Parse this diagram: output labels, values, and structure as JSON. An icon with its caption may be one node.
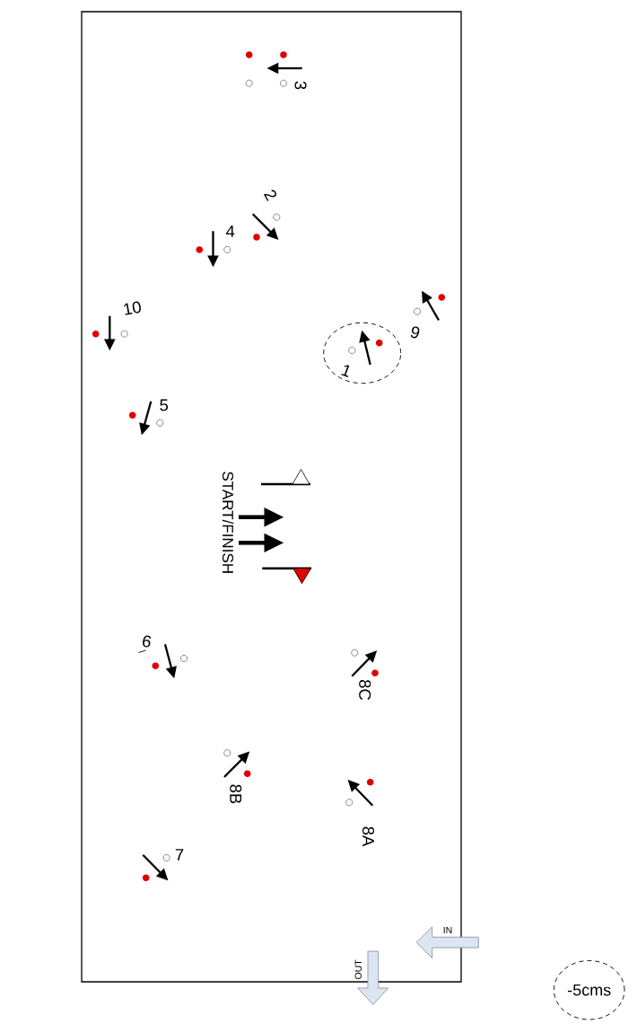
{
  "diagram": {
    "nodes": [
      {
        "text": [
          "1"
        ]
      },
      {
        "text": [
          "-5cms"
        ]
      }
    ],
    "labels": [
      "3",
      "2",
      "4",
      "10",
      "9",
      "5",
      "START/FINISH",
      "6",
      "8C",
      "8B",
      "8A",
      "7",
      "IN",
      "OUT"
    ]
  }
}
